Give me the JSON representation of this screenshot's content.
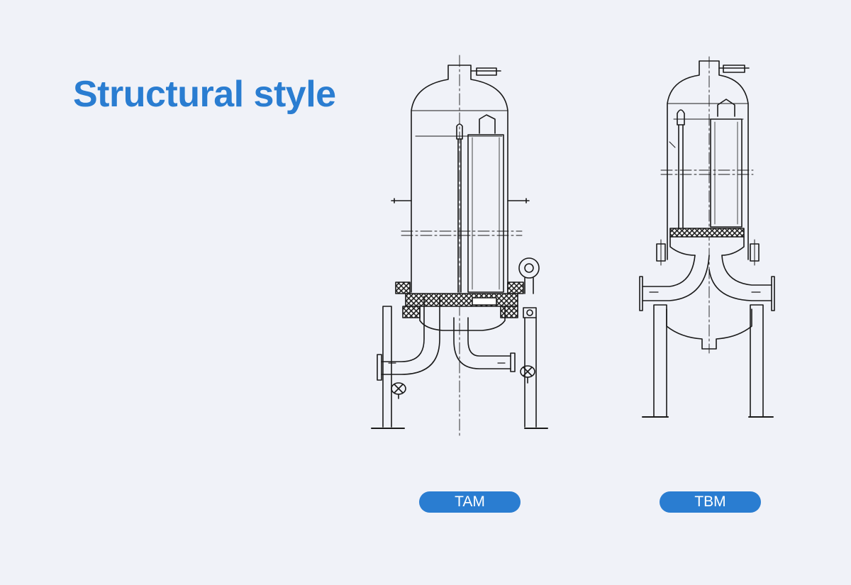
{
  "page": {
    "title": "Structural style",
    "accent_color": "#2a7dd1",
    "background_color": "#f0f2f8"
  },
  "models": [
    {
      "label": "TAM"
    },
    {
      "label": "TBM"
    }
  ]
}
